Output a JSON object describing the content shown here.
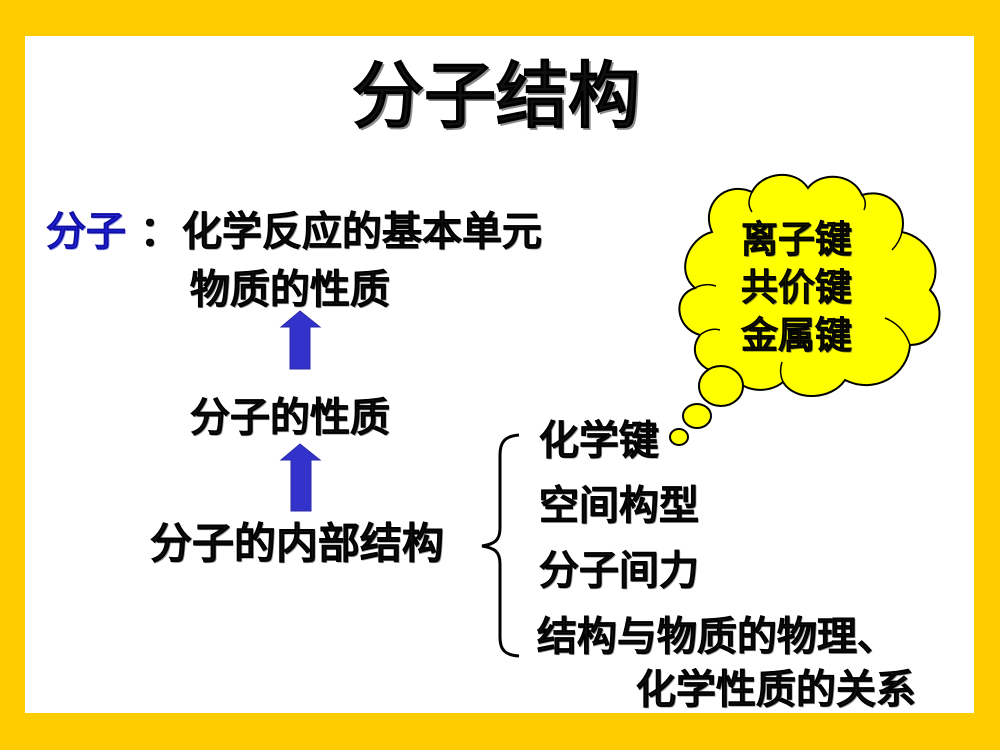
{
  "title": "分子结构",
  "definition": {
    "term": "分子",
    "colon": "：",
    "line1": "化学反应的基本单元",
    "line2": "物质的性质"
  },
  "flow": {
    "middle": "分子的性质",
    "bottom": "分子的内部结构"
  },
  "branches": [
    "化学键",
    "空间构型",
    "分子间力",
    "结构与物质的物理、",
    "化学性质的关系"
  ],
  "thought_bubble": {
    "lines": [
      "离子键",
      "共价键",
      "金属键"
    ]
  },
  "colors": {
    "border": "#FFCC00",
    "background": "#FFFFFF",
    "arrow": "#3333CC",
    "term": "#2222DD",
    "cloud_fill": "#FFFF00",
    "text": "#111111"
  }
}
